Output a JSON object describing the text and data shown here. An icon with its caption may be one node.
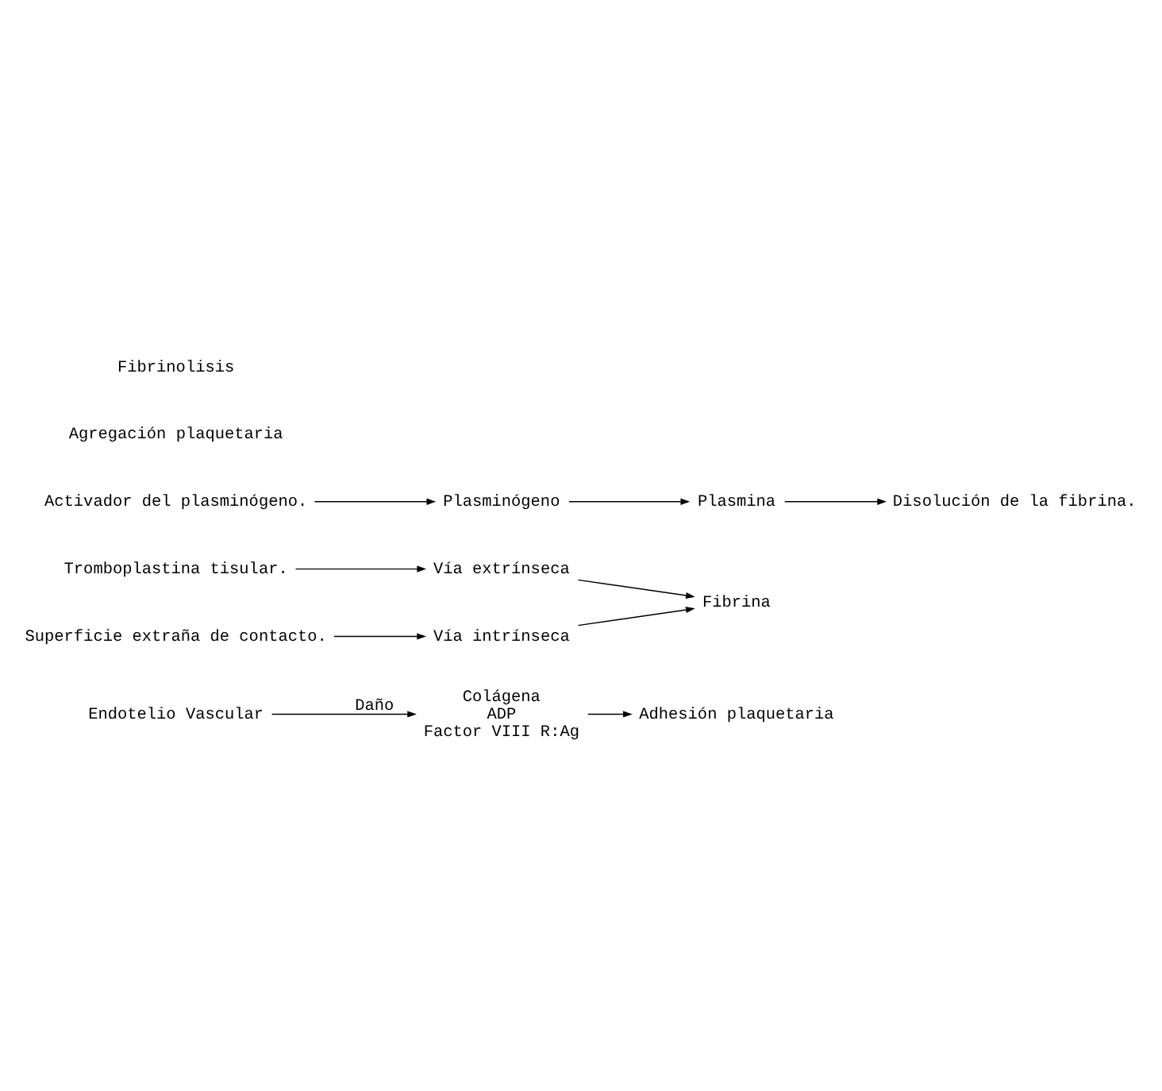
{
  "diagram": {
    "nodes": [
      {
        "text": [
          "Endotelio Vascular"
        ]
      },
      {
        "text": [
          "Tromboplastina tisular."
        ]
      },
      {
        "text": [
          "Vía extrínseca"
        ]
      },
      {
        "text": [
          "Fibrina"
        ]
      },
      {
        "text": [
          "Superficie extraña de contacto."
        ]
      },
      {
        "text": [
          "Vía intrínseca"
        ]
      },
      {
        "text": [
          "Colágena",
          "ADP",
          "Factor VIII R:Ag"
        ]
      },
      {
        "text": [
          "Adhesión plaquetaria"
        ]
      },
      {
        "text": [
          "Activador del plasminógeno."
        ]
      },
      {
        "text": [
          "Plasminógeno"
        ]
      },
      {
        "text": [
          "Plasmina"
        ]
      },
      {
        "text": [
          "Disolución de la fibrina."
        ]
      }
    ],
    "edges": [
      {
        "from": 0,
        "to": 6,
        "arrow": "to",
        "label": "Daño"
      },
      {
        "from": 1,
        "to": 2,
        "arrow": "to"
      },
      {
        "from": 2,
        "to": 3,
        "arrow": "to"
      },
      {
        "from": 4,
        "to": 5,
        "arrow": "to"
      },
      {
        "from": 5,
        "to": 3,
        "arrow": "to"
      },
      {
        "from": 6,
        "to": 7,
        "arrow": "to"
      },
      {
        "from": 8,
        "to": 9,
        "arrow": "to"
      },
      {
        "from": 9,
        "to": 10,
        "arrow": "to"
      },
      {
        "from": 10,
        "to": 11,
        "arrow": "to"
      }
    ],
    "labels": [
      "Agregación plaquetaria",
      "Fibrinolisis"
    ]
  }
}
